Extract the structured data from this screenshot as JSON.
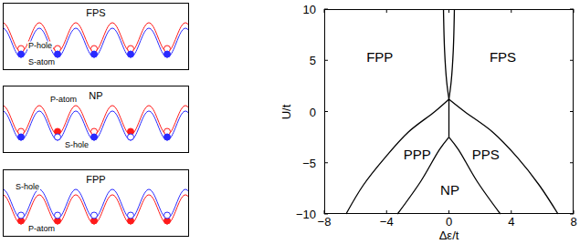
{
  "diagram": {
    "nodes": [
      {
        "text": [
          "FPS",
          "P-hole",
          "S-atom"
        ]
      },
      {
        "text": [
          "NP",
          "P-atom",
          "S-hole"
        ]
      },
      {
        "text": [
          "FPP",
          "S-hole",
          "P-atom"
        ]
      },
      {
        "text": [
          "FPP",
          "FPS",
          "PPP",
          "PPS",
          "NP"
        ]
      }
    ],
    "labels": [
      "10",
      "5",
      "0",
      "−5",
      "−10",
      "−8",
      "−4",
      "0",
      "4",
      "8",
      "U/t",
      "Δε/t"
    ]
  }
}
